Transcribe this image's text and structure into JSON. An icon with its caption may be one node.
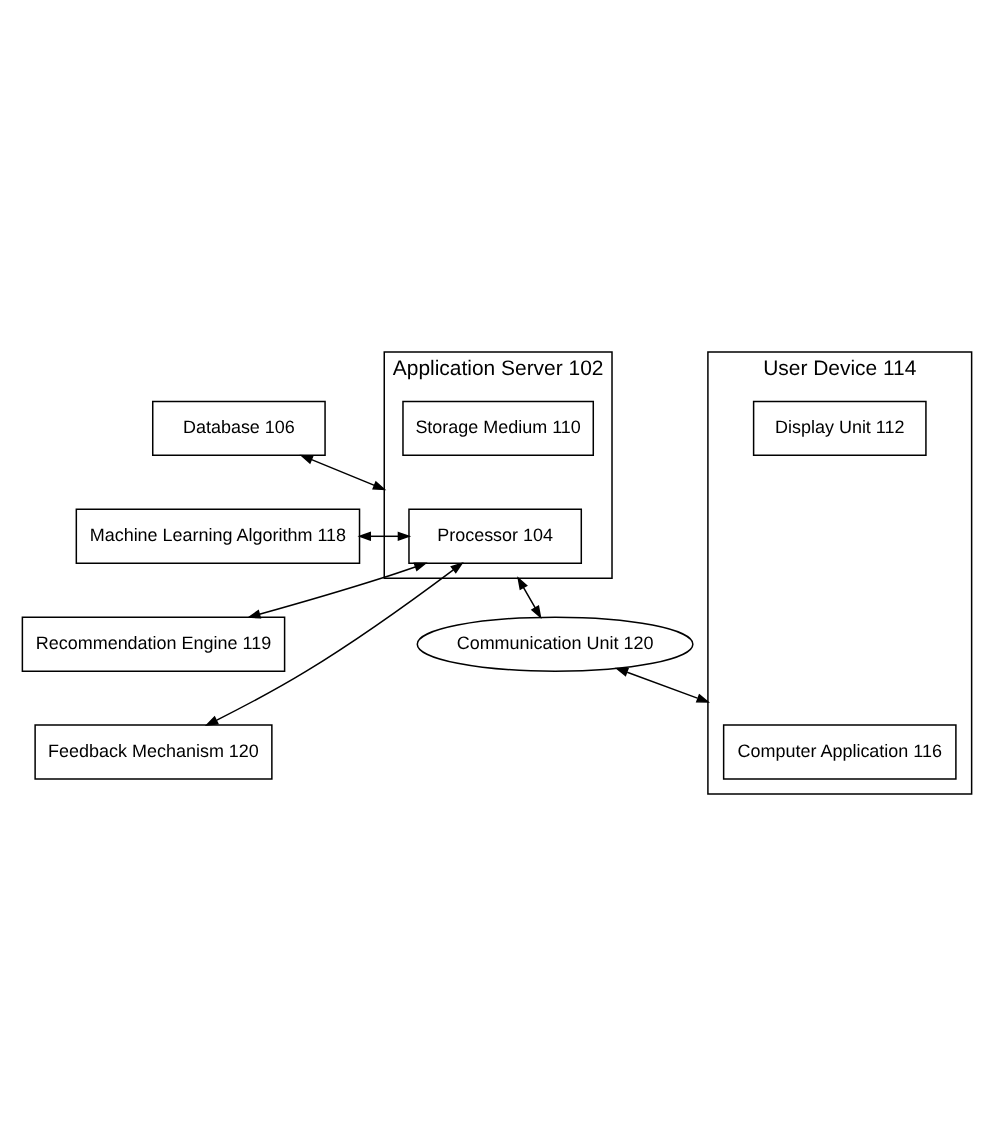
{
  "diagram": {
    "nodes": [
      {
        "text": [
          "Database 106"
        ]
      },
      {
        "text": [
          "Machine Learning Algorithm 118"
        ]
      },
      {
        "text": [
          "Recommendation Engine 119"
        ]
      },
      {
        "text": [
          "Feedback Mechanism 120"
        ]
      },
      {
        "text": [
          "Application Server 102"
        ]
      },
      {
        "text": [
          "Processor 104"
        ],
        "in": 4
      },
      {
        "text": [
          "Storage Medium 110"
        ],
        "in": 4
      },
      {
        "text": [
          "Communication Unit 120"
        ]
      },
      {
        "text": [
          "User Device 114"
        ]
      },
      {
        "text": [
          "Computer Application 116"
        ],
        "in": 8
      },
      {
        "text": [
          "Display Unit 112"
        ],
        "in": 8
      }
    ],
    "edges": [
      {
        "from": 0,
        "to": 4,
        "arrow": "both"
      },
      {
        "from": 5,
        "to": 1,
        "arrow": "both"
      },
      {
        "from": 5,
        "to": 2,
        "arrow": "both"
      },
      {
        "from": 5,
        "to": 3,
        "arrow": "both"
      },
      {
        "from": 4,
        "to": 7,
        "arrow": "both"
      },
      {
        "from": 7,
        "to": 8,
        "arrow": "both"
      }
    ]
  }
}
